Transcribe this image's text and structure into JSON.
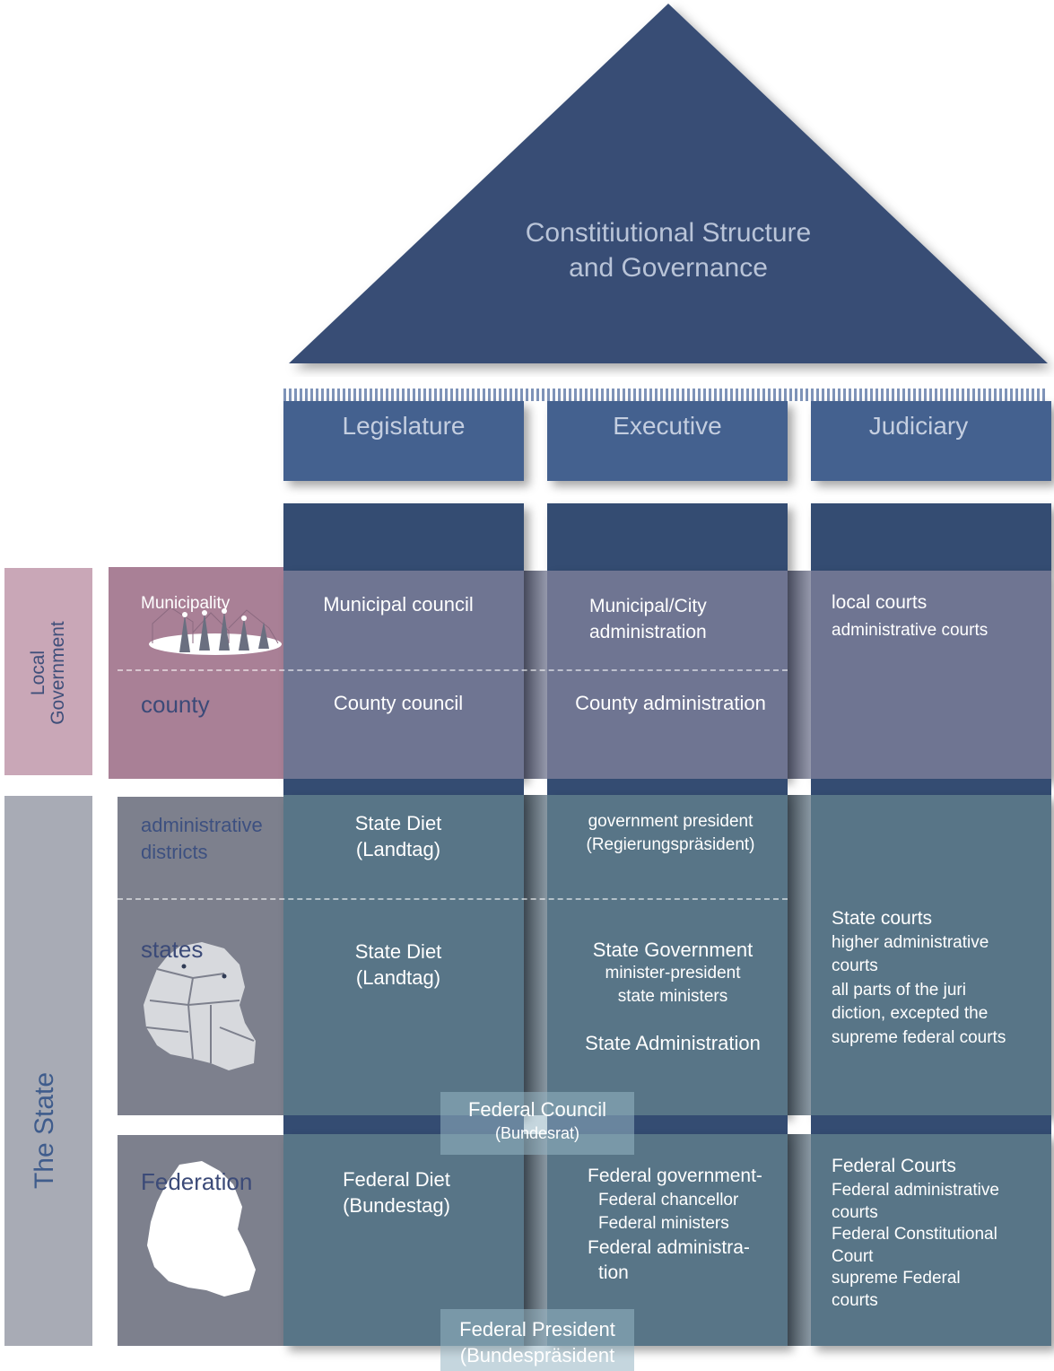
{
  "title": {
    "line1": "Constitiutional Structure",
    "line2": "and Governance"
  },
  "columns": {
    "legislature": "Legislature",
    "executive": "Executive",
    "judiciary": "Judiciary"
  },
  "side_labels": {
    "local_government": {
      "line1": "Local",
      "line2": "Government"
    },
    "the_state": "The State"
  },
  "levels": {
    "municipality": "Municipality",
    "county": "county",
    "administrative_districts": {
      "line1": "administrative",
      "line2": "districts"
    },
    "states": "states",
    "federation": "Federation"
  },
  "cells": {
    "municipal_council": "Municipal council",
    "municipal_admin": {
      "line1": "Municipal/City",
      "line2": "administration"
    },
    "local_courts": {
      "line1": "local courts",
      "line2": "administrative courts"
    },
    "county_council": "County council",
    "county_admin": "County administration",
    "state_diet_1": {
      "line1": "State Diet",
      "line2": "(Landtag)"
    },
    "gov_president": {
      "line1": "government president",
      "line2": "(Regierungspräsident)"
    },
    "state_diet_2": {
      "line1": "State Diet",
      "line2": "(Landtag)"
    },
    "state_government": {
      "line1": "State Government",
      "line2": "minister-president",
      "line3": "state ministers"
    },
    "state_administration": "State Administration",
    "state_courts": {
      "line1": "State courts",
      "line2": "higher administrative",
      "line3": "courts",
      "line4": "all parts of the juri",
      "line5": "diction, excepted the",
      "line6": "supreme federal courts"
    },
    "federal_diet": {
      "line1": "Federal Diet",
      "line2": "(Bundestag)"
    },
    "federal_government": {
      "line1": "Federal government-",
      "line2": "Federal chancellor",
      "line3": "Federal ministers",
      "line4": "Federal administra-",
      "line5": "tion"
    },
    "federal_courts": {
      "line1": "Federal Courts",
      "line2": "Federal administrative",
      "line3": "courts",
      "line4": "Federal Constitutional",
      "line5": "Court",
      "line6": "supreme Federal",
      "line7": "courts"
    }
  },
  "overlays": {
    "federal_council": {
      "line1": "Federal Council",
      "line2": "(Bundesrat)"
    },
    "federal_president": {
      "line1": "Federal President",
      "line2": "(Bundespräsident"
    }
  },
  "colors": {
    "roof": "#374e75",
    "header": "#44618f",
    "pillar_top": "#344c72",
    "local_row": "#6f7592",
    "state_row": "#587587",
    "local_side": "#c9a7b7",
    "local_level_bg": "#a98096",
    "state_side": "#a8abb5",
    "state_level_bg": "#7d808d"
  }
}
